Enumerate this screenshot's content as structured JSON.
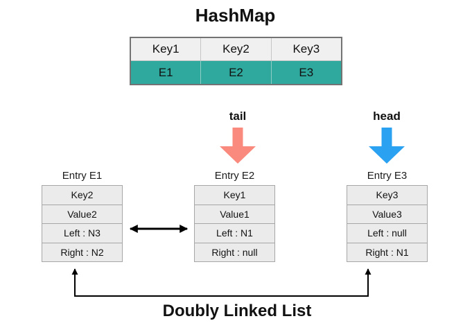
{
  "title": "HashMap",
  "colors": {
    "teal": "#2FA99E",
    "salmon": "#F98A7D",
    "blue": "#2BA1F2",
    "line": "#000000"
  },
  "hashmap_table": {
    "keys": [
      "Key1",
      "Key2",
      "Key3"
    ],
    "entries": [
      "E1",
      "E2",
      "E3"
    ]
  },
  "pointers": {
    "tail": "tail",
    "head": "head"
  },
  "entries": [
    {
      "title": "Entry E1",
      "rows": [
        "Key2",
        "Value2",
        "Left : N3",
        "Right : N2"
      ]
    },
    {
      "title": "Entry E2",
      "rows": [
        "Key1",
        "Value1",
        "Left : N1",
        "Right : null"
      ]
    },
    {
      "title": "Entry E3",
      "rows": [
        "Key3",
        "Value3",
        "Left : null",
        "Right : N1"
      ]
    }
  ],
  "bottom_title": "Doubly Linked List"
}
